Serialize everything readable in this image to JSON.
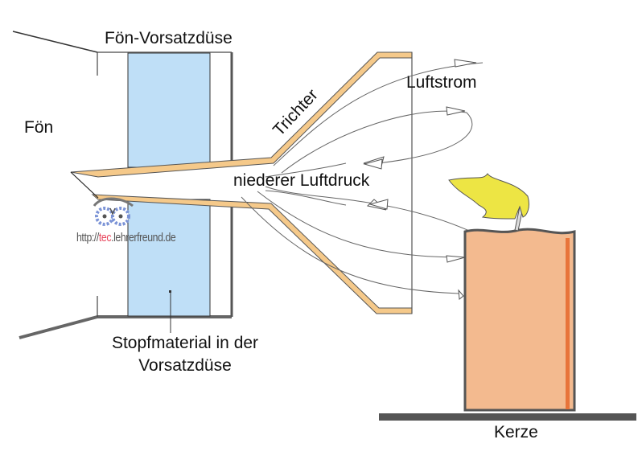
{
  "labels": {
    "foen": "Fön",
    "vorsatzduese": "Fön-Vorsatzdüse",
    "trichter": "Trichter",
    "luftstrom": "Luftstrom",
    "niederer_luftdruck": "niederer Luftdruck",
    "stopfmaterial_line1": "Stopfmaterial in der",
    "stopfmaterial_line2": "Vorsatzdüse",
    "kerze": "Kerze"
  },
  "watermark": {
    "prefix": "http://",
    "accent": "tec",
    "suffix": ".lehrerfreund.de",
    "icon": "owl-gears-icon"
  },
  "colors": {
    "stuffing_blue": "#bfdff7",
    "funnel_tan": "#f5c98a",
    "candle_body": "#f3ba8f",
    "candle_edge": "#e8743a",
    "flame_yellow": "#ede544",
    "outline_dark": "#555555",
    "base_bar": "#555555",
    "watermark_accent": "#e8475d"
  }
}
